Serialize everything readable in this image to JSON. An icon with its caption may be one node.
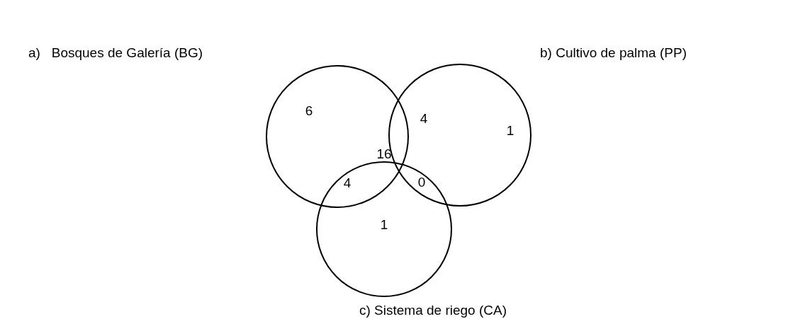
{
  "diagram": {
    "nodes": [
      {
        "text": [
          "a)   Bosques de Galería (BG)"
        ]
      },
      {
        "text": [
          "b) Cultivo de palma (PP)"
        ]
      },
      {
        "text": [
          "c) Sistema de riego (CA)"
        ]
      }
    ],
    "edges": [],
    "labels": [
      "6",
      "4",
      "1",
      "16",
      "4",
      "0",
      "1"
    ]
  }
}
